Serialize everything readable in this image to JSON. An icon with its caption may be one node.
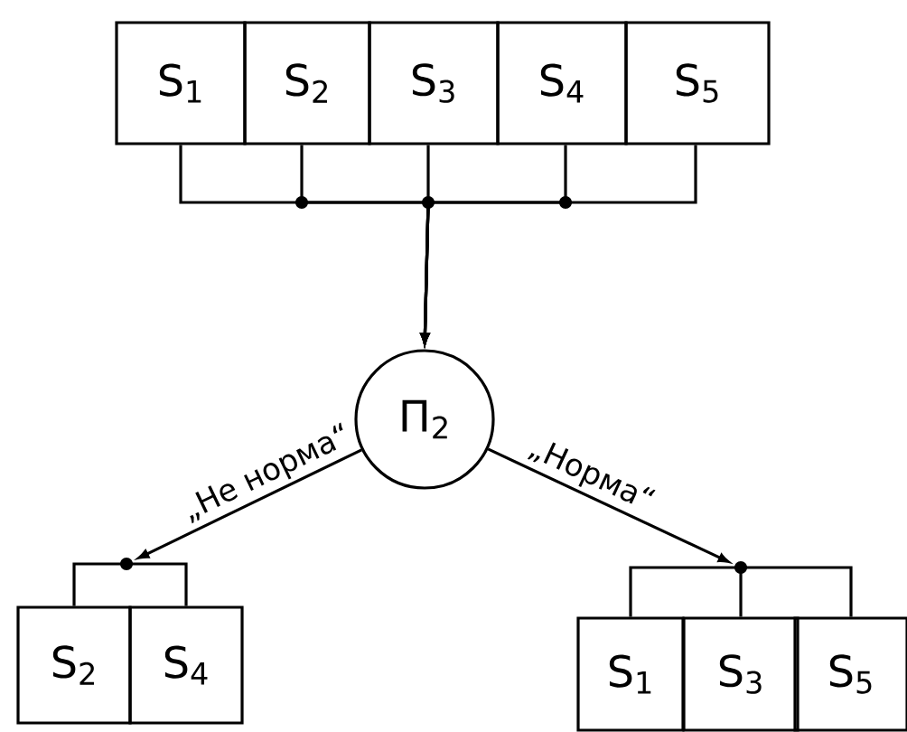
{
  "diagram": {
    "nodes": [
      {
        "text": [
          "S$_{1}$"
        ]
      },
      {
        "text": [
          "S$_{2}$"
        ]
      },
      {
        "text": [
          "S$_{3}$"
        ]
      },
      {
        "text": [
          "S$_{4}$"
        ]
      },
      {
        "text": [
          "S$_{5}$"
        ]
      },
      {
        "text": [
          "П$_{2}$"
        ]
      },
      {
        "text": [
          "S$_{2}$"
        ]
      },
      {
        "text": [
          "S$_{4}$"
        ]
      },
      {
        "text": [
          "S$_{1}$"
        ]
      },
      {
        "text": [
          "S$_{3}$"
        ]
      },
      {
        "text": [
          "S$_{5}$"
        ]
      },
      {
        "text": [],
        "shape": "circle"
      },
      {
        "text": [],
        "shape": "circle"
      }
    ],
    "edges": [
      {
        "from": 0,
        "to": 5,
        "arrow": "to"
      },
      {
        "from": 1,
        "to": 5,
        "arrow": "to"
      },
      {
        "from": 2,
        "to": 5,
        "arrow": "to"
      },
      {
        "from": 3,
        "to": 5,
        "arrow": "to"
      },
      {
        "from": 4,
        "to": 5,
        "arrow": "to"
      },
      {
        "from": 5,
        "to": 11,
        "arrow": "to",
        "label": "„Не норма“"
      },
      {
        "from": 11,
        "to": 6,
        "arrow": "none"
      },
      {
        "from": 11,
        "to": 7,
        "arrow": "none"
      },
      {
        "from": 5,
        "to": 12,
        "arrow": "to",
        "label": "„Норма“"
      },
      {
        "from": 12,
        "to": 8,
        "arrow": "none"
      },
      {
        "from": 12,
        "to": 9,
        "arrow": "none"
      },
      {
        "from": 12,
        "to": 10,
        "arrow": "none"
      }
    ]
  }
}
